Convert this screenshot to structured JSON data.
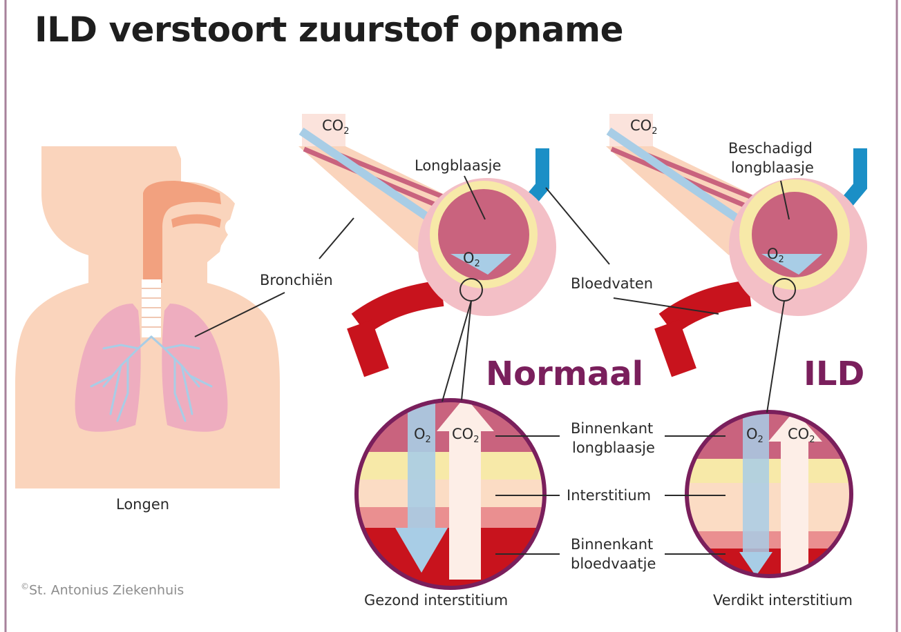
{
  "title": "ILD verstoort zuurstof opname",
  "labels": {
    "longen": "Longen",
    "bronchien": "Bronchiën",
    "longblaasje": "Longblaasje",
    "beschadigd_line1": "Beschadigd",
    "beschadigd_line2": "longblaasje",
    "bloedvaten": "Bloedvaten",
    "binnenkant_longblaasje_line1": "Binnenkant",
    "binnenkant_longblaasje_line2": "longblaasje",
    "interstitium": "Interstitium",
    "binnenkant_bloedvaatje_line1": "Binnenkant",
    "binnenkant_bloedvaatje_line2": "bloedvaatje",
    "gezond": "Gezond interstitium",
    "verdikt": "Verdikt interstitium"
  },
  "panels": {
    "normal": "Normaal",
    "ild": "ILD"
  },
  "gases": {
    "o2": "O",
    "co2": "CO",
    "subscript": "2"
  },
  "credit": {
    "symbol": "©",
    "text": "St. Antonius Ziekenhuis"
  },
  "colors": {
    "accent": "#7a1f5c",
    "skin": "#fad4bc",
    "lung": "#eeadbf",
    "alveolus": "#c9637e",
    "artery": "#c8131d",
    "vein": "#1b8fc6",
    "oxygen": "#a8cde6",
    "interstitium": "#f7e9a8"
  }
}
